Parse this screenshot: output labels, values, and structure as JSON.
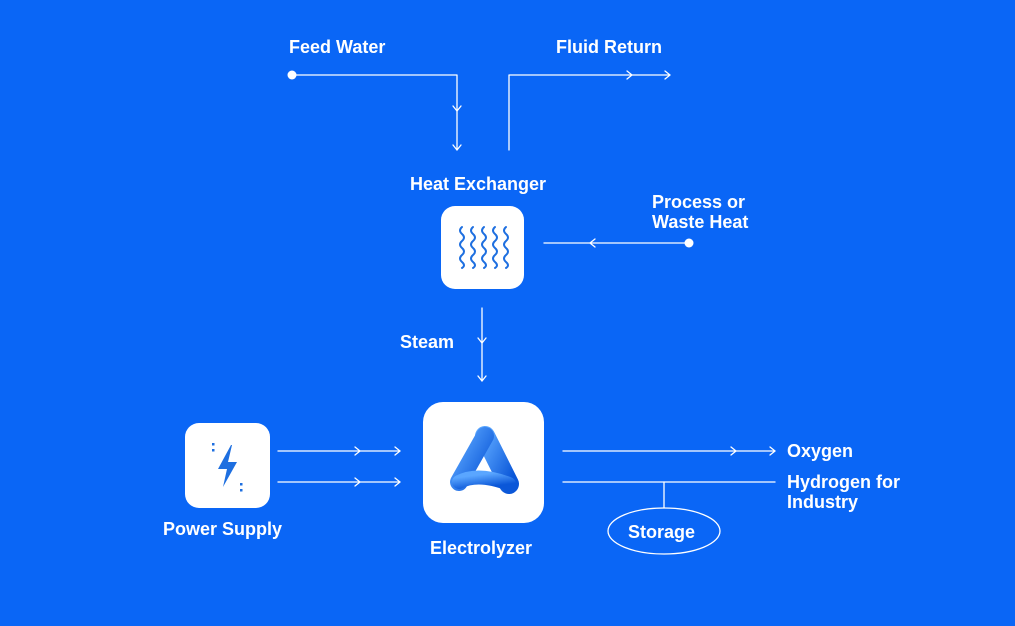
{
  "colors": {
    "background": "#0A66F6",
    "line": "#FFFFFF",
    "box": "#FFFFFF",
    "icon_light": "#5AA6FF",
    "icon_dark": "#0B57D8"
  },
  "labels": {
    "feed_water": "Feed Water",
    "fluid_return": "Fluid Return",
    "heat_exchanger": "Heat Exchanger",
    "process_heat_line1": "Process or",
    "process_heat_line2": "Waste Heat",
    "steam": "Steam",
    "power_supply": "Power Supply",
    "electrolyzer": "Electrolyzer",
    "oxygen": "Oxygen",
    "hydrogen_line1": "Hydrogen for",
    "hydrogen_line2": "Industry",
    "storage": "Storage"
  },
  "icons": {
    "heat_exchanger": "heat-waves-icon",
    "power_supply": "lightning-bolt-icon",
    "electrolyzer": "electrolyzer-logo-icon"
  }
}
